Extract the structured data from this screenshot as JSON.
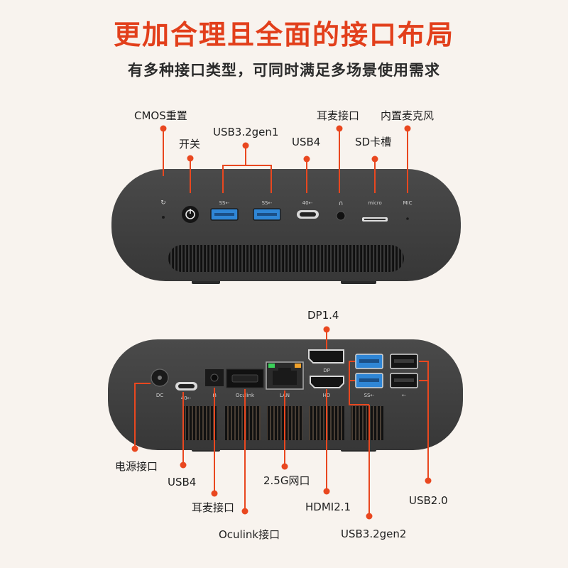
{
  "header": {
    "title": "更加合理且全面的接口布局",
    "subtitle": "有多种接口类型，可同时满足多场景使用需求"
  },
  "front_panel": {
    "labels": {
      "cmos": "CMOS重置",
      "power": "开关",
      "usb32gen1": "USB3.2gen1",
      "usb4": "USB4",
      "headset": "耳麦接口",
      "sd": "SD卡槽",
      "mic": "内置麦克风"
    },
    "port_marks": {
      "usb_a_1": "SS⇠",
      "usb_a_2": "SS⇠",
      "usb4": "40⇠",
      "sd": "micro",
      "mic": "MIC"
    }
  },
  "rear_panel": {
    "labels": {
      "dp": "DP1.4",
      "dc": "电源接口",
      "usb4": "USB4",
      "lan": "2.5G网口",
      "headset": "耳麦接口",
      "hdmi": "HDMI2.1",
      "oculink": "Oculink接口",
      "usb32gen2": "USB3.2gen2",
      "usb20": "USB2.0"
    },
    "port_marks": {
      "dc": "DC",
      "usb4": "40⇠",
      "oculink": "Oculink",
      "lan": "LAN",
      "hdmi": "HD",
      "dp": "DP",
      "usb_gen2": "SS⇠",
      "usb_20": "⇠"
    }
  },
  "colors": {
    "accent": "#e9471f",
    "title": "#e23f1b",
    "device_body": "#404040",
    "usb3_blue": "#2f86d6",
    "background": "#f8f3ee"
  }
}
